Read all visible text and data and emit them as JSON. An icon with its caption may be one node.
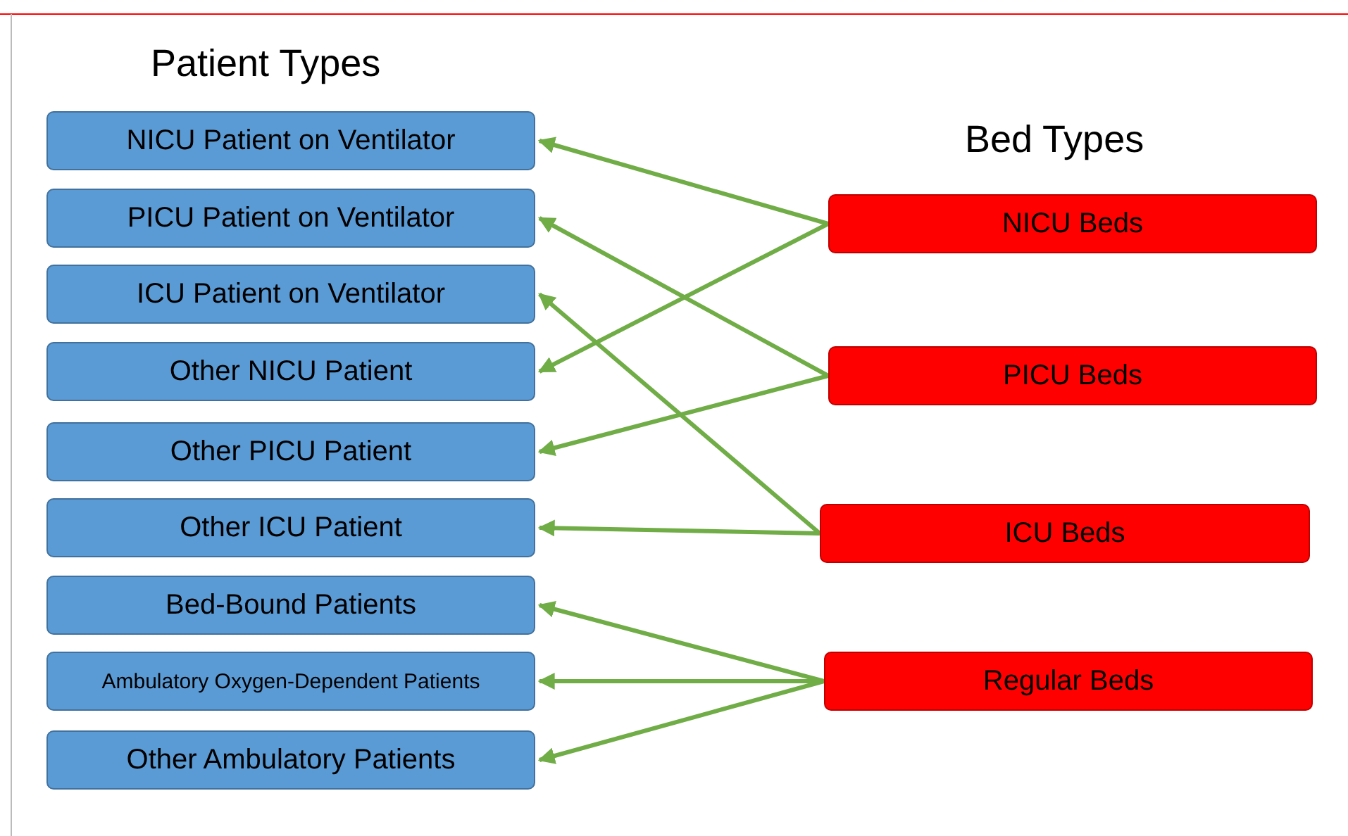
{
  "diagram": {
    "nodes": [
      {
        "text": [
          "NICU Patient on Ventilator"
        ]
      },
      {
        "text": [
          "PICU Patient on Ventilator"
        ]
      },
      {
        "text": [
          "ICU Patient on Ventilator"
        ]
      },
      {
        "text": [
          "Other NICU Patient"
        ]
      },
      {
        "text": [
          "Other PICU Patient"
        ]
      },
      {
        "text": [
          "Other ICU Patient"
        ]
      },
      {
        "text": [
          "Bed-Bound Patients"
        ]
      },
      {
        "text": [
          "Ambulatory Oxygen-Dependent Patients"
        ]
      },
      {
        "text": [
          "Other Ambulatory Patients"
        ]
      },
      {
        "text": [
          "NICU Beds"
        ]
      },
      {
        "text": [
          "PICU Beds"
        ]
      },
      {
        "text": [
          "ICU Beds"
        ]
      },
      {
        "text": [
          "Regular Beds"
        ]
      }
    ],
    "edges": [
      {
        "from": 9,
        "to": 0,
        "arrow": "to"
      },
      {
        "from": 9,
        "to": 3,
        "arrow": "to"
      },
      {
        "from": 10,
        "to": 1,
        "arrow": "to"
      },
      {
        "from": 10,
        "to": 4,
        "arrow": "to"
      },
      {
        "from": 11,
        "to": 2,
        "arrow": "to"
      },
      {
        "from": 11,
        "to": 5,
        "arrow": "to"
      },
      {
        "from": 12,
        "to": 6,
        "arrow": "to"
      },
      {
        "from": 12,
        "to": 7,
        "arrow": "to"
      },
      {
        "from": 12,
        "to": 8,
        "arrow": "to"
      }
    ],
    "labels": [
      "Patient Types",
      "Bed Types"
    ]
  }
}
